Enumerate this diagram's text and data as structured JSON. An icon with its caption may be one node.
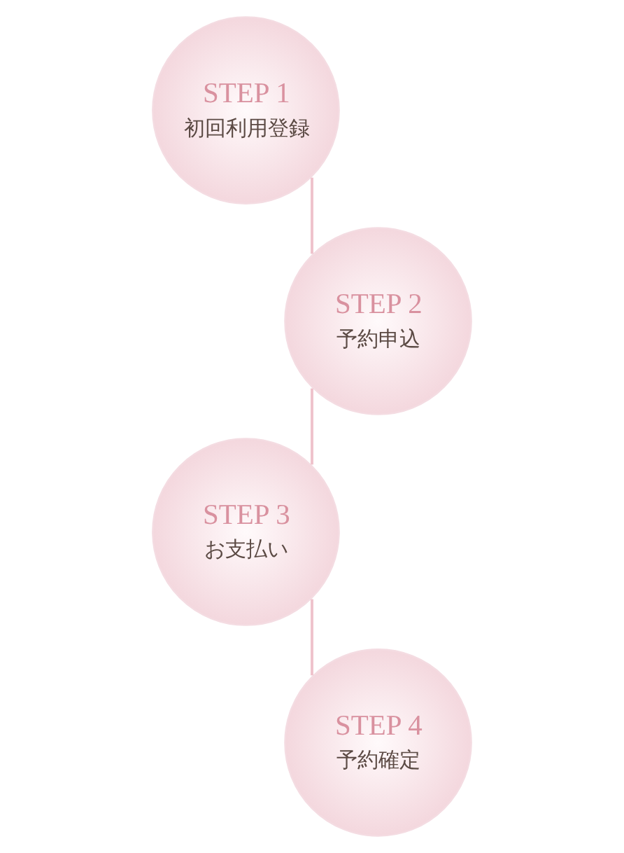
{
  "diagram": {
    "nodes": [
      {
        "text": [
          "STEP 1",
          "初回利用登録"
        ]
      },
      {
        "text": [
          "STEP 2",
          "予約申込"
        ]
      },
      {
        "text": [
          "STEP 3",
          "お支払い"
        ]
      },
      {
        "text": [
          "STEP 4",
          "予約確定"
        ]
      }
    ],
    "edges": [
      {
        "from": 0,
        "to": 1,
        "arrow": "none"
      },
      {
        "from": 1,
        "to": 2,
        "arrow": "none"
      },
      {
        "from": 2,
        "to": 3,
        "arrow": "none"
      }
    ]
  }
}
